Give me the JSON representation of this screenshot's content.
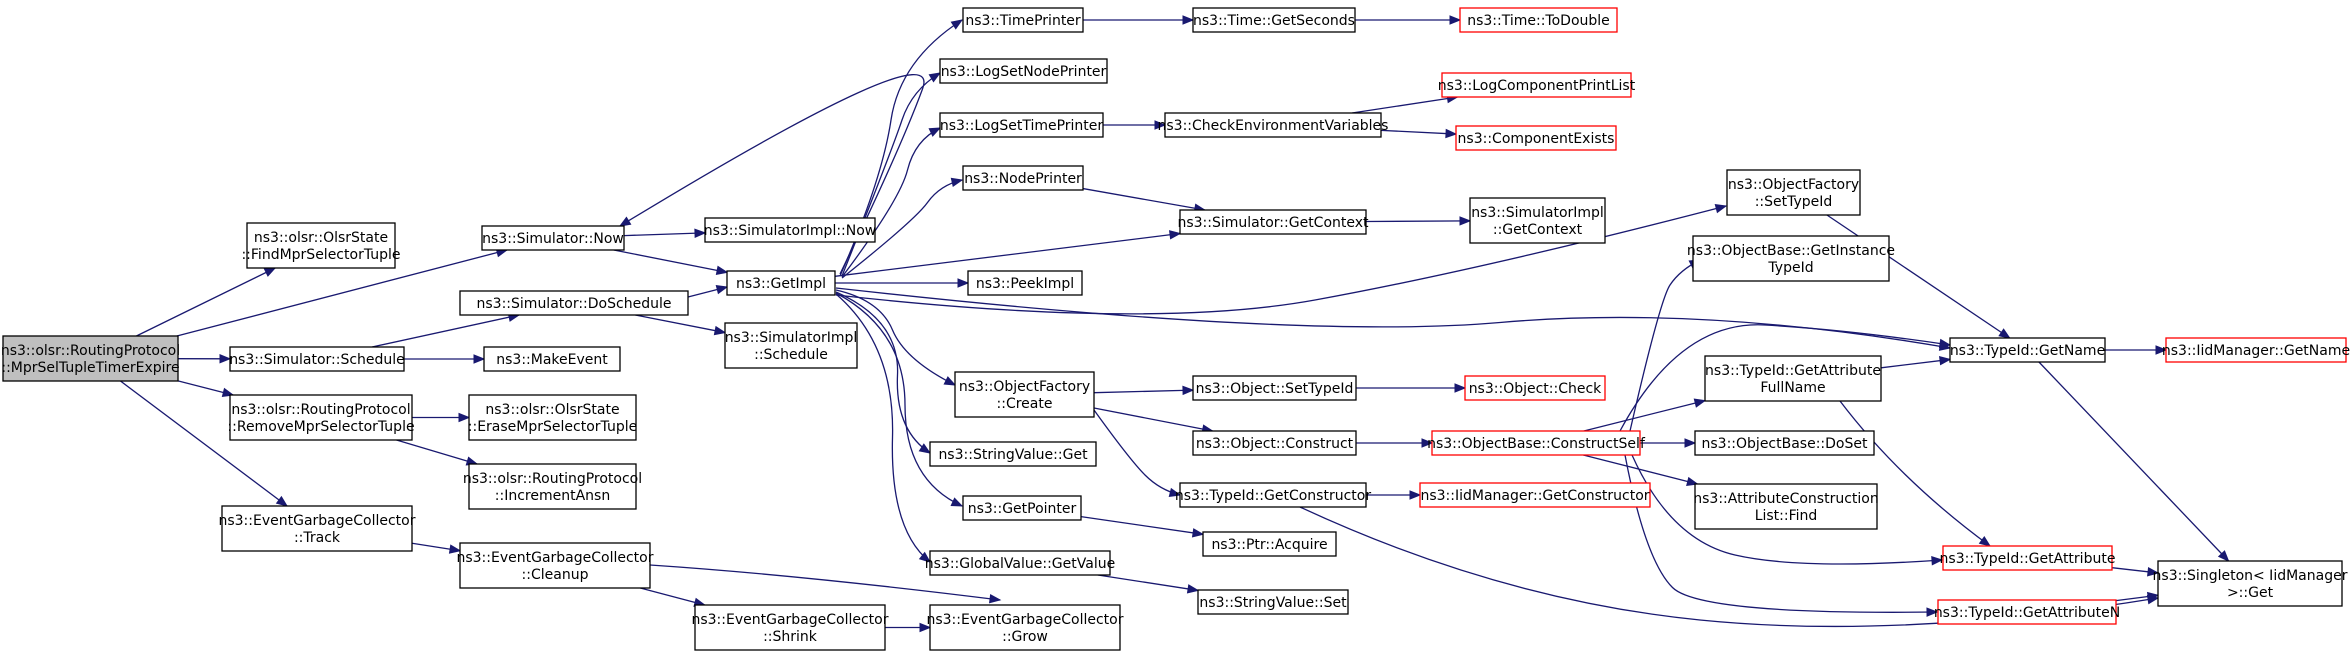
{
  "diagram": {
    "colors": {
      "edge": "#191970",
      "node_border": "#000000",
      "node_border_truncated": "#ff0000",
      "root_fill": "#bfbfbf",
      "node_fill": "#ffffff"
    },
    "nodes": {
      "root": {
        "lines": [
          "ns3::olsr::RoutingProtocol",
          "::MprSelTupleTimerExpire"
        ],
        "root": true
      },
      "findMpr": {
        "lines": [
          "ns3::olsr::OlsrState",
          "::FindMprSelectorTuple"
        ]
      },
      "simNow": {
        "lines": [
          "ns3::Simulator::Now"
        ]
      },
      "simSchedule": {
        "lines": [
          "ns3::Simulator::Schedule"
        ]
      },
      "removeMpr": {
        "lines": [
          "ns3::olsr::RoutingProtocol",
          "::RemoveMprSelectorTuple"
        ]
      },
      "egcTrack": {
        "lines": [
          "ns3::EventGarbageCollector",
          "::Track"
        ]
      },
      "simDoSchedule": {
        "lines": [
          "ns3::Simulator::DoSchedule"
        ]
      },
      "makeEvent": {
        "lines": [
          "ns3::MakeEvent"
        ]
      },
      "eraseMpr": {
        "lines": [
          "ns3::olsr::OlsrState",
          "::EraseMprSelectorTuple"
        ]
      },
      "incAnsn": {
        "lines": [
          "ns3::olsr::RoutingProtocol",
          "::IncrementAnsn"
        ]
      },
      "egcCleanup": {
        "lines": [
          "ns3::EventGarbageCollector",
          "::Cleanup"
        ]
      },
      "egcShrink": {
        "lines": [
          "ns3::EventGarbageCollector",
          "::Shrink"
        ]
      },
      "simImplNow": {
        "lines": [
          "ns3::SimulatorImpl::Now"
        ]
      },
      "getImpl": {
        "lines": [
          "ns3::GetImpl"
        ]
      },
      "simImplSchedule": {
        "lines": [
          "ns3::SimulatorImpl",
          "::Schedule"
        ]
      },
      "timePrinter": {
        "lines": [
          "ns3::TimePrinter"
        ]
      },
      "logSetNodePrinter": {
        "lines": [
          "ns3::LogSetNodePrinter"
        ]
      },
      "logSetTimePrinter": {
        "lines": [
          "ns3::LogSetTimePrinter"
        ]
      },
      "nodePrinter": {
        "lines": [
          "ns3::NodePrinter"
        ]
      },
      "peekImpl": {
        "lines": [
          "ns3::PeekImpl"
        ]
      },
      "ofCreate": {
        "lines": [
          "ns3::ObjectFactory",
          "::Create"
        ]
      },
      "stringValueGet": {
        "lines": [
          "ns3::StringValue::Get"
        ]
      },
      "getPointer": {
        "lines": [
          "ns3::GetPointer"
        ]
      },
      "globalValueGet": {
        "lines": [
          "ns3::GlobalValue::GetValue"
        ]
      },
      "egcGrow": {
        "lines": [
          "ns3::EventGarbageCollector",
          "::Grow"
        ]
      },
      "timeGetSeconds": {
        "lines": [
          "ns3::Time::GetSeconds"
        ]
      },
      "checkEnv": {
        "lines": [
          "ns3::CheckEnvironmentVariables"
        ]
      },
      "simGetContext": {
        "lines": [
          "ns3::Simulator::GetContext"
        ]
      },
      "objSetTypeId": {
        "lines": [
          "ns3::Object::SetTypeId"
        ]
      },
      "objConstruct": {
        "lines": [
          "ns3::Object::Construct"
        ]
      },
      "typeIdGetConstructor": {
        "lines": [
          "ns3::TypeId::GetConstructor"
        ]
      },
      "ptrAcquire": {
        "lines": [
          "ns3::Ptr::Acquire"
        ]
      },
      "stringValueSet": {
        "lines": [
          "ns3::StringValue::Set"
        ]
      },
      "timeToDouble": {
        "lines": [
          "ns3::Time::ToDouble"
        ],
        "truncated": true
      },
      "logComponentPrintList": {
        "lines": [
          "ns3::LogComponentPrintList"
        ],
        "truncated": true
      },
      "componentExists": {
        "lines": [
          "ns3::ComponentExists"
        ],
        "truncated": true
      },
      "simImplGetContext": {
        "lines": [
          "ns3::SimulatorImpl",
          "::GetContext"
        ]
      },
      "objectCheck": {
        "lines": [
          "ns3::Object::Check"
        ],
        "truncated": true
      },
      "objBaseConstructSelf": {
        "lines": [
          "ns3::ObjectBase::ConstructSelf"
        ],
        "truncated": true
      },
      "iidGetConstructor": {
        "lines": [
          "ns3::IidManager::GetConstructor"
        ],
        "truncated": true
      },
      "ofSetTypeId": {
        "lines": [
          "ns3::ObjectFactory",
          "::SetTypeId"
        ]
      },
      "objBaseGetInstanceTypeId": {
        "lines": [
          "ns3::ObjectBase::GetInstance",
          "TypeId"
        ]
      },
      "typeIdGetAttrFullName": {
        "lines": [
          "ns3::TypeId::GetAttribute",
          "FullName"
        ]
      },
      "objBaseDoSet": {
        "lines": [
          "ns3::ObjectBase::DoSet"
        ]
      },
      "attrConstructionFind": {
        "lines": [
          "ns3::AttributeConstruction",
          "List::Find"
        ]
      },
      "typeIdGetAttribute": {
        "lines": [
          "ns3::TypeId::GetAttribute"
        ],
        "truncated": true
      },
      "typeIdGetAttributeN": {
        "lines": [
          "ns3::TypeId::GetAttributeN"
        ],
        "truncated": true
      },
      "typeIdGetName": {
        "lines": [
          "ns3::TypeId::GetName"
        ]
      },
      "iidGetName": {
        "lines": [
          "ns3::IidManager::GetName"
        ],
        "truncated": true
      },
      "singletonGet": {
        "lines": [
          "ns3::Singleton< IidManager",
          " >::Get"
        ]
      }
    },
    "edges": [
      [
        "root",
        "findMpr"
      ],
      [
        "root",
        "simNow"
      ],
      [
        "root",
        "simSchedule"
      ],
      [
        "root",
        "removeMpr"
      ],
      [
        "root",
        "egcTrack"
      ],
      [
        "simNow",
        "simImplNow"
      ],
      [
        "simNow",
        "getImpl"
      ],
      [
        "simSchedule",
        "simDoSchedule"
      ],
      [
        "simSchedule",
        "makeEvent"
      ],
      [
        "simDoSchedule",
        "getImpl"
      ],
      [
        "simDoSchedule",
        "simImplSchedule"
      ],
      [
        "removeMpr",
        "eraseMpr"
      ],
      [
        "removeMpr",
        "incAnsn"
      ],
      [
        "egcTrack",
        "egcCleanup"
      ],
      [
        "egcCleanup",
        "egcShrink"
      ],
      [
        "egcCleanup",
        "egcGrow"
      ],
      [
        "egcShrink",
        "egcGrow"
      ],
      [
        "getImpl",
        "timePrinter"
      ],
      [
        "getImpl",
        "simNow"
      ],
      [
        "getImpl",
        "logSetNodePrinter"
      ],
      [
        "getImpl",
        "logSetTimePrinter"
      ],
      [
        "getImpl",
        "nodePrinter"
      ],
      [
        "getImpl",
        "simGetContext"
      ],
      [
        "getImpl",
        "peekImpl"
      ],
      [
        "getImpl",
        "ofCreate"
      ],
      [
        "getImpl",
        "stringValueGet"
      ],
      [
        "getImpl",
        "getPointer"
      ],
      [
        "getImpl",
        "globalValueGet"
      ],
      [
        "getImpl",
        "ofSetTypeId"
      ],
      [
        "getImpl",
        "typeIdGetName"
      ],
      [
        "timePrinter",
        "timeGetSeconds"
      ],
      [
        "timeGetSeconds",
        "timeToDouble"
      ],
      [
        "logSetTimePrinter",
        "checkEnv"
      ],
      [
        "checkEnv",
        "logComponentPrintList"
      ],
      [
        "checkEnv",
        "componentExists"
      ],
      [
        "nodePrinter",
        "simGetContext"
      ],
      [
        "simGetContext",
        "simImplGetContext"
      ],
      [
        "ofCreate",
        "objSetTypeId"
      ],
      [
        "ofCreate",
        "objConstruct"
      ],
      [
        "ofCreate",
        "typeIdGetConstructor"
      ],
      [
        "objSetTypeId",
        "objectCheck"
      ],
      [
        "objConstruct",
        "objBaseConstructSelf"
      ],
      [
        "typeIdGetConstructor",
        "iidGetConstructor"
      ],
      [
        "typeIdGetConstructor",
        "singletonGet"
      ],
      [
        "getPointer",
        "ptrAcquire"
      ],
      [
        "globalValueGet",
        "stringValueSet"
      ],
      [
        "objBaseConstructSelf",
        "objBaseGetInstanceTypeId"
      ],
      [
        "objBaseConstructSelf",
        "typeIdGetName"
      ],
      [
        "objBaseConstructSelf",
        "typeIdGetAttrFullName"
      ],
      [
        "objBaseConstructSelf",
        "objBaseDoSet"
      ],
      [
        "objBaseConstructSelf",
        "attrConstructionFind"
      ],
      [
        "objBaseConstructSelf",
        "typeIdGetAttribute"
      ],
      [
        "objBaseConstructSelf",
        "typeIdGetAttributeN"
      ],
      [
        "typeIdGetAttrFullName",
        "typeIdGetName"
      ],
      [
        "typeIdGetAttrFullName",
        "typeIdGetAttribute"
      ],
      [
        "ofSetTypeId",
        "typeIdGetName"
      ],
      [
        "typeIdGetName",
        "iidGetName"
      ],
      [
        "typeIdGetName",
        "singletonGet"
      ],
      [
        "typeIdGetAttribute",
        "singletonGet"
      ],
      [
        "typeIdGetAttributeN",
        "singletonGet"
      ]
    ]
  }
}
